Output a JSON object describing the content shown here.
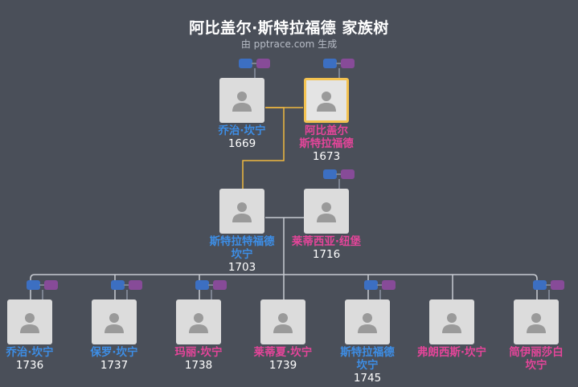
{
  "header": {
    "title": "阿比盖尔·斯特拉福德 家族树",
    "subtitle": "由 pptrace.com 生成"
  },
  "people": [
    {
      "id": "george1669",
      "name": "乔治·坎宁",
      "year": "1669",
      "gender": "male"
    },
    {
      "id": "abigail1673",
      "name": "阿比盖尔\n斯特拉福德",
      "year": "1673",
      "gender": "female",
      "selected": true
    },
    {
      "id": "stratford1703",
      "name": "斯特拉特福德\n坎宁",
      "year": "1703",
      "gender": "male"
    },
    {
      "id": "letitia1716",
      "name": "莱蒂西亚·纽堡",
      "year": "1716",
      "gender": "female"
    },
    {
      "id": "george1736",
      "name": "乔治·坎宁",
      "year": "1736",
      "gender": "male"
    },
    {
      "id": "paul1737",
      "name": "保罗·坎宁",
      "year": "1737",
      "gender": "male"
    },
    {
      "id": "mary1738",
      "name": "玛丽·坎宁",
      "year": "1738",
      "gender": "female"
    },
    {
      "id": "letitia1739",
      "name": "莱蒂夏·坎宁",
      "year": "1739",
      "gender": "female"
    },
    {
      "id": "stratford1745",
      "name": "斯特拉福德\n坎宁",
      "year": "1745",
      "gender": "male"
    },
    {
      "id": "francis",
      "name": "弗朗西斯·坎宁",
      "year": "",
      "gender": "female"
    },
    {
      "id": "jane",
      "name": "简伊丽莎白\n坎宁",
      "year": "",
      "gender": "female"
    }
  ],
  "colors": {
    "background": "#4a4f59",
    "male": "#3d8ee6",
    "female": "#e5459a",
    "selected_border": "#f3c250",
    "line": "#c8cbd2",
    "highlight_line": "#f0b840"
  },
  "icons": {
    "avatar": "person-silhouette-icon",
    "father_button": "father-button-icon",
    "mother_button": "mother-button-icon"
  }
}
